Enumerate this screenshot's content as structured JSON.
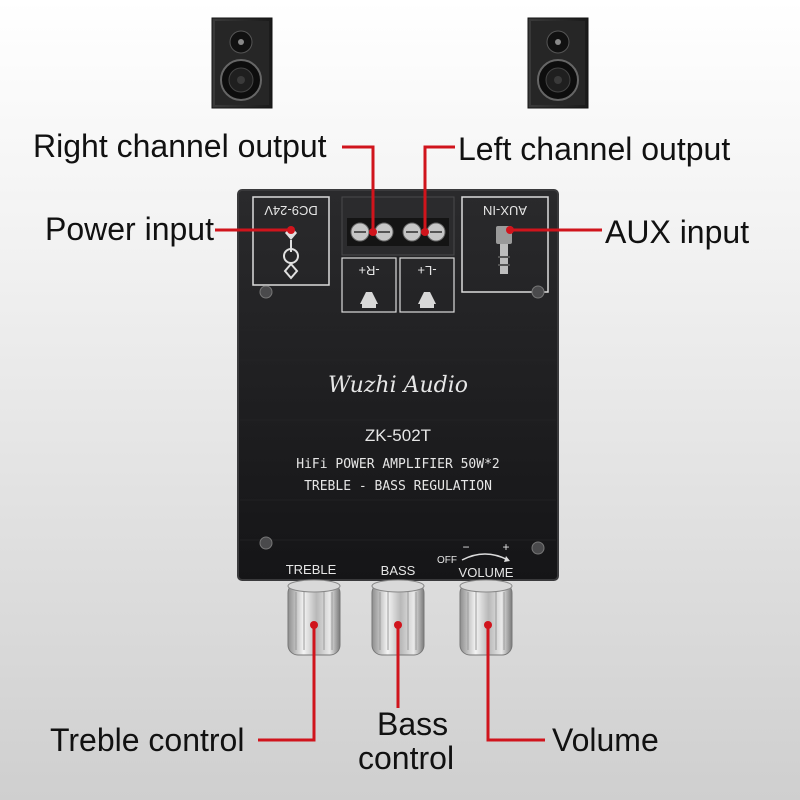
{
  "callouts": {
    "right_channel": "Right channel output",
    "left_channel": "Left channel output",
    "power_input": "Power input",
    "aux_input": "AUX input",
    "treble_control": "Treble control",
    "bass_control_line1": "Bass",
    "bass_control_line2": "control",
    "volume": "Volume"
  },
  "board": {
    "power_label": "DC9-24V",
    "aux_label": "AUX-IN",
    "right_terminal": "-R+",
    "left_terminal": "-L+",
    "brand": "Wuzhi Audio",
    "model": "ZK-502T",
    "spec_line1": "HiFi POWER AMPLIFIER 50W*2",
    "spec_line2": "TREBLE - BASS  REGULATION",
    "knob_treble": "TREBLE",
    "knob_bass": "BASS",
    "knob_volume": "VOLUME",
    "volume_off": "OFF",
    "volume_minus": "−",
    "volume_plus": "+"
  },
  "colors": {
    "callout_line": "#d0141c",
    "board": "#1c1c1e",
    "board_edge": "#3a3a3c",
    "knob": "#c9c9c9"
  },
  "icons": [
    "speaker-icon",
    "dc-jack-icon",
    "aux-jack-icon",
    "speaker-horn-icon",
    "screw-icon"
  ]
}
